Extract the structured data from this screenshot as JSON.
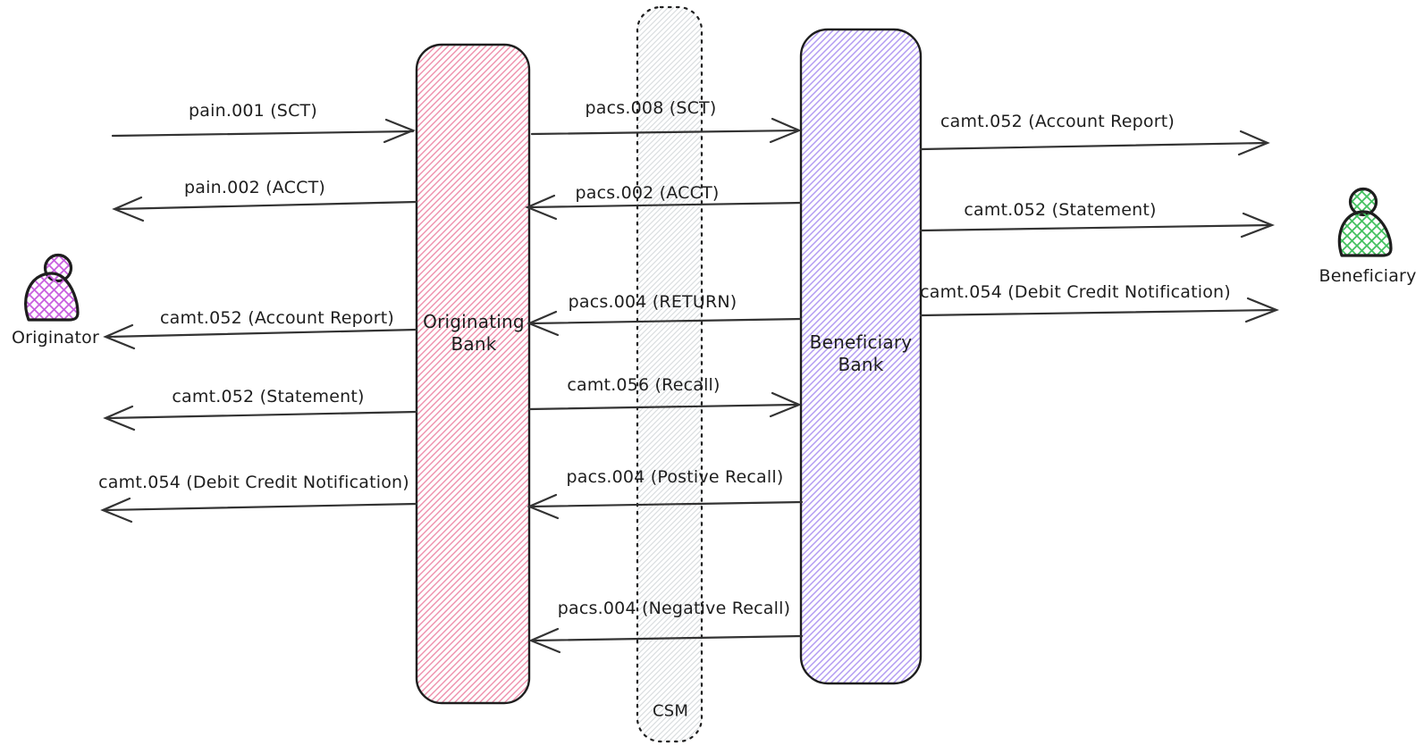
{
  "diagram": {
    "type": "sequence-flow",
    "actors": {
      "originator": {
        "label": "Originator",
        "icon": "person-icon",
        "color": "#be4bdb"
      },
      "beneficiary": {
        "label": "Beneficiary",
        "icon": "person-icon",
        "color": "#40c057"
      }
    },
    "participants": {
      "originating_bank": {
        "label": "Originating Bank",
        "color": "#e64980"
      },
      "csm": {
        "label": "CSM",
        "color": "#c4c9cd"
      },
      "beneficiary_bank": {
        "label": "Beneficiary Bank",
        "color": "#9775fa"
      }
    },
    "messages": {
      "originator_to_originating_bank": [
        {
          "label": "pain.001 (SCT)",
          "direction": "right"
        },
        {
          "label": "pain.002 (ACCT)",
          "direction": "left"
        },
        {
          "label": "camt.052 (Account Report)",
          "direction": "left"
        },
        {
          "label": "camt.052 (Statement)",
          "direction": "left"
        },
        {
          "label": "camt.054 (Debit Credit Notification)",
          "direction": "left"
        }
      ],
      "interbank_via_csm": [
        {
          "label": "pacs.008 (SCT)",
          "direction": "right"
        },
        {
          "label": "pacs.002 (ACCT)",
          "direction": "left"
        },
        {
          "label": "pacs.004 (RETURN)",
          "direction": "left"
        },
        {
          "label": "camt.056 (Recall)",
          "direction": "right"
        },
        {
          "label": "pacs.004 (Postive Recall)",
          "direction": "left"
        },
        {
          "label": "pacs.004 (Negative Recall)",
          "direction": "left"
        }
      ],
      "beneficiary_bank_to_beneficiary": [
        {
          "label": "camt.052 (Account Report)",
          "direction": "right"
        },
        {
          "label": "camt.052 (Statement)",
          "direction": "right"
        },
        {
          "label": "camt.054 (Debit Credit Notification)",
          "direction": "right"
        }
      ]
    },
    "colors": {
      "ink": "#1e1e1e",
      "arrow": "#333333"
    }
  }
}
